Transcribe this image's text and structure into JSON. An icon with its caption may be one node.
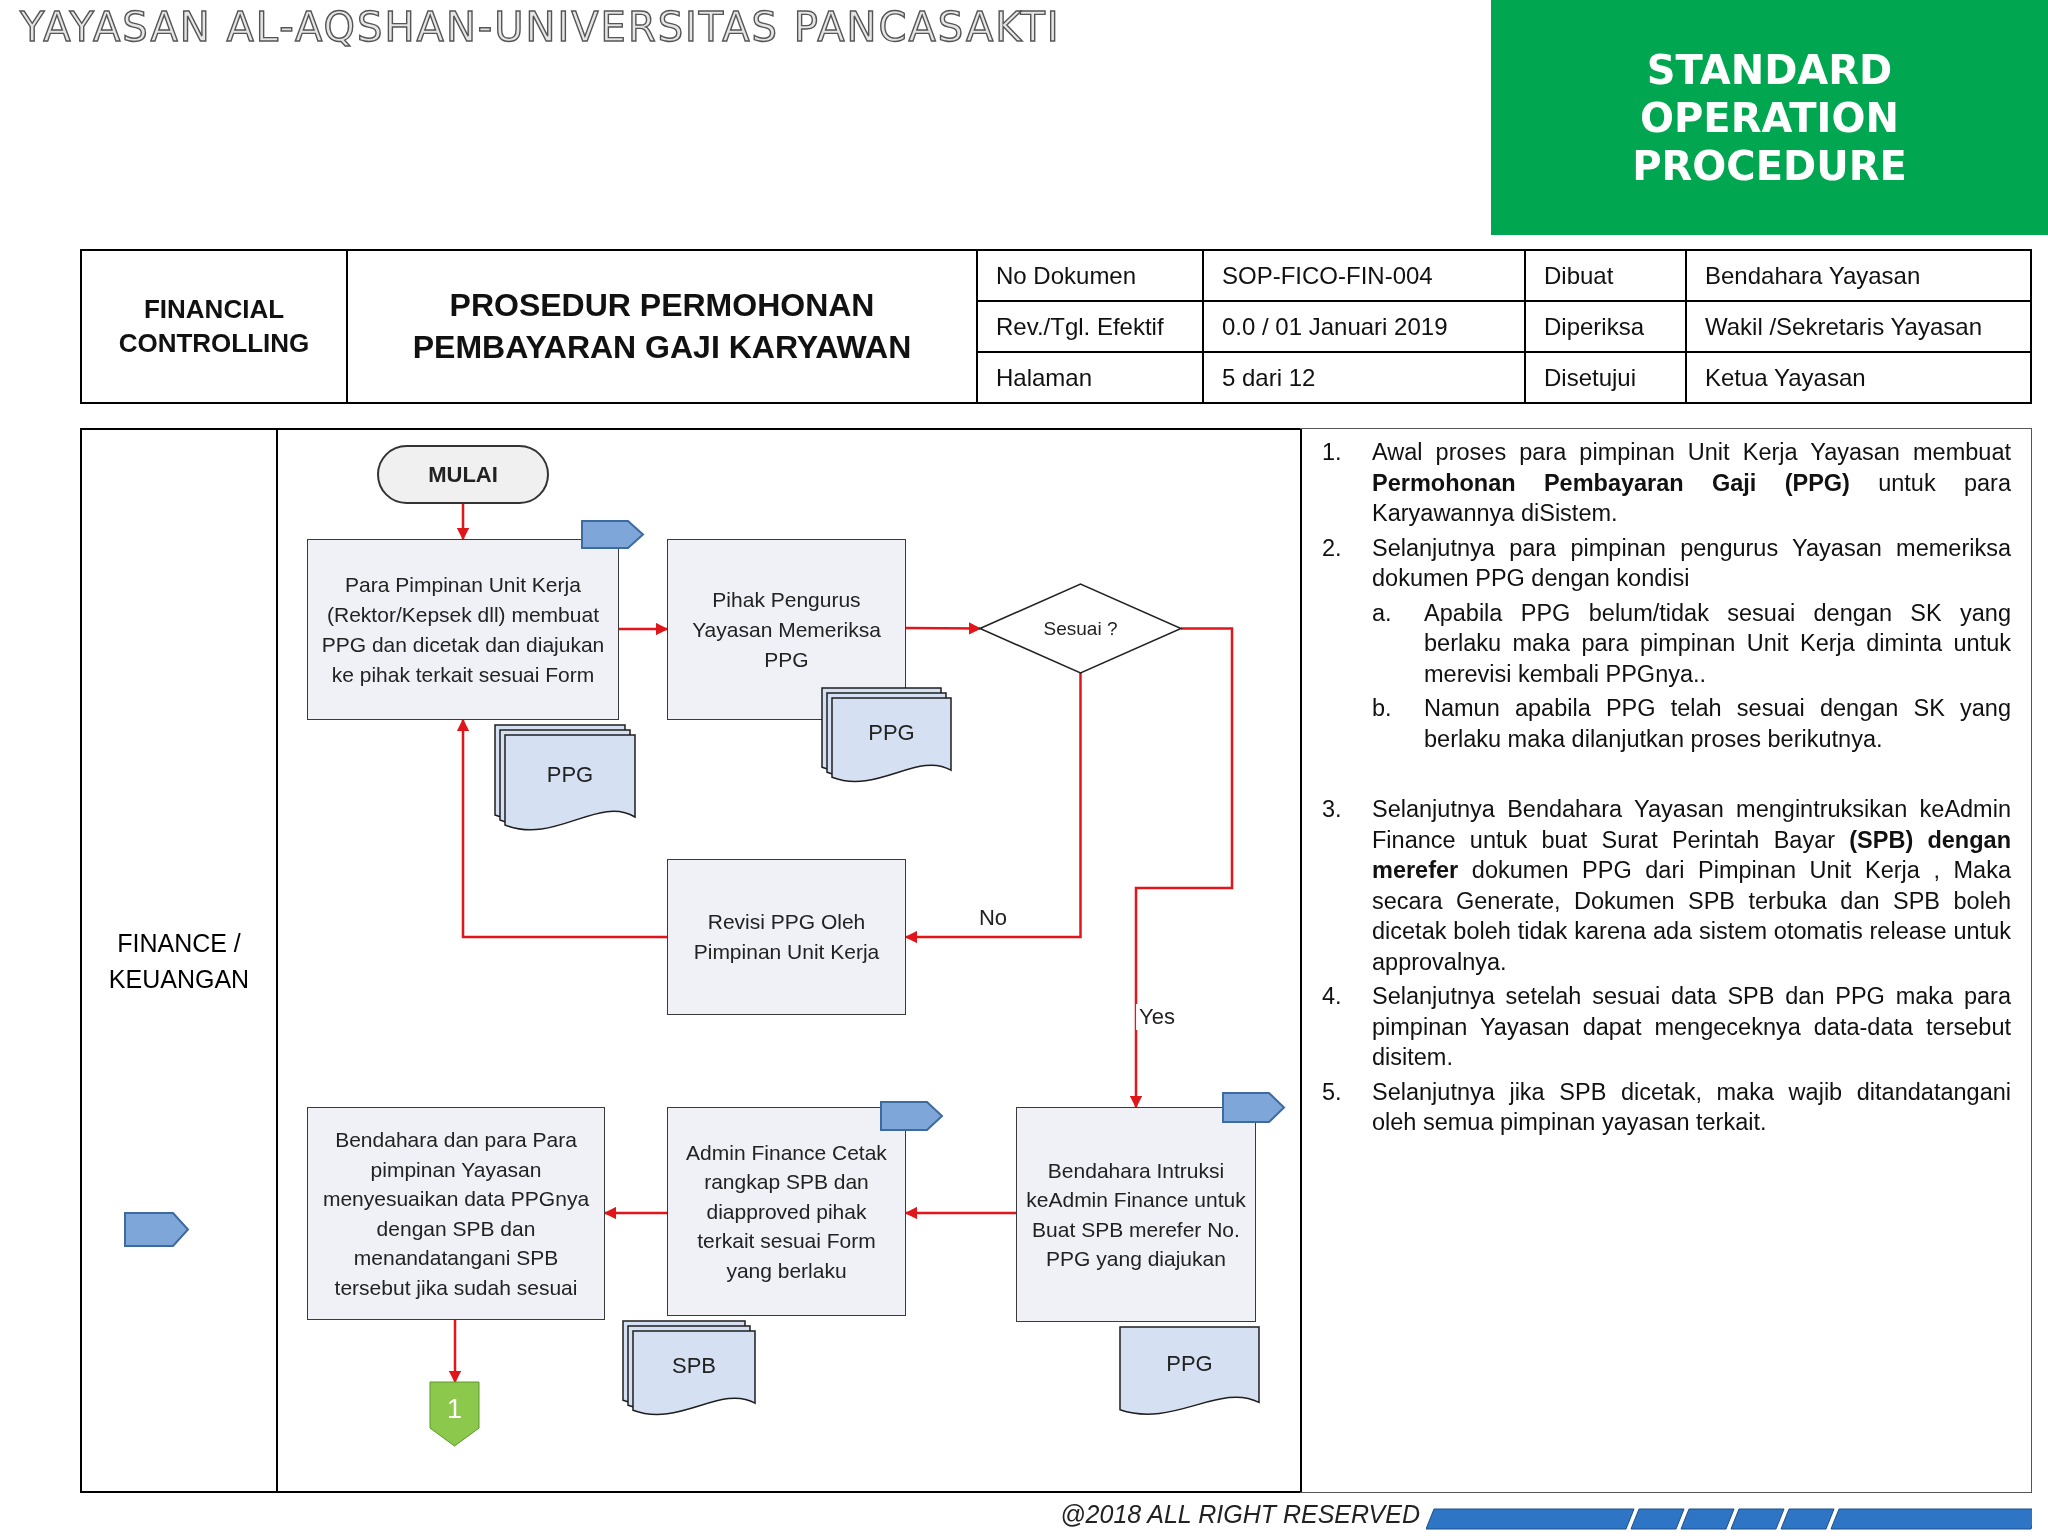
{
  "diagram": {
    "nodes": [
      {
        "text": [
          "MULAI"
        ]
      },
      {
        "text": [
          "Para Pimpinan Unit Kerja (Rektor/Kepsek dll) membuat PPG dan dicetak dan diajukan ke pihak terkait sesuai Form"
        ]
      },
      {
        "text": [
          "PPG"
        ]
      },
      {
        "text": [
          "Pihak Pengurus Yayasan Memeriksa PPG"
        ]
      },
      {
        "text": [
          "PPG"
        ]
      },
      {
        "text": [
          "Sesuai ?"
        ]
      },
      {
        "text": [
          "Revisi PPG Oleh Pimpinan Unit Kerja"
        ]
      },
      {
        "text": [
          "Bendahara Intruksi keAdmin Finance untuk Buat SPB merefer No. PPG yang diajukan"
        ]
      },
      {
        "text": [
          "PPG"
        ]
      },
      {
        "text": [
          "Admin Finance Cetak rangkap SPB dan diapproved pihak terkait sesuai Form yang berlaku"
        ]
      },
      {
        "text": [
          "SPB"
        ]
      },
      {
        "text": [
          "Bendahara dan para Para pimpinan Yayasan menyesuaikan data PPGnya dengan SPB dan menandatangani SPB tersebut jika sudah sesuai"
        ]
      },
      {
        "text": [
          "1"
        ]
      },
      {
        "text": [],
        "shape": "tag"
      },
      {
        "text": [],
        "shape": "tag"
      },
      {
        "text": [],
        "shape": "tag"
      },
      {
        "text": [],
        "shape": "tag"
      }
    ],
    "edges": [
      {
        "from": 0,
        "to": 1,
        "arrow": "to"
      },
      {
        "from": 1,
        "to": 3,
        "arrow": "to"
      },
      {
        "from": 3,
        "to": 5,
        "arrow": "to"
      },
      {
        "from": 5,
        "to": 6,
        "arrow": "to",
        "label": "No"
      },
      {
        "from": 6,
        "to": 1,
        "arrow": "to"
      },
      {
        "from": 5,
        "to": 7,
        "arrow": "to",
        "label": "Yes"
      },
      {
        "from": 7,
        "to": 9,
        "arrow": "to"
      },
      {
        "from": 9,
        "to": 11,
        "arrow": "to"
      },
      {
        "from": 11,
        "to": 12,
        "arrow": "to"
      }
    ],
    "labels": [
      "YAYASAN AL-AQSHAN-UNIVERSITAS PANCASAKTI",
      "STANDARD OPERATION PROCEDURE",
      "FINANCIAL CONTROLLING",
      "PROSEDUR PERMOHONAN PEMBAYARAN GAJI KARYAWAN",
      "No Dokumen",
      "SOP-FICO-FIN-004",
      "Dibuat",
      "Bendahara Yayasan",
      "Rev./Tgl. Efektif",
      "0.0 / 01 Januari 2019",
      "Diperiksa",
      "Wakil /Sekretaris Yayasan",
      "Halaman",
      "5 dari 12",
      "Disetujui",
      "Ketua Yayasan",
      "FINANCE / KEUANGAN",
      "1.",
      "Awal proses para pimpinan Unit Kerja Yayasan membuat **Permohonan Pembayaran Gaji (PPG)** untuk para Karyawannya diSistem.",
      "2.",
      "Selanjutnya para pimpinan pengurus Yayasan memeriksa dokumen PPG dengan kondisi",
      "a.",
      "Apabila PPG belum/tidak sesuai dengan SK yang berlaku maka para pimpinan Unit Kerja diminta untuk merevisi kembali PPGnya..",
      "b.",
      "Namun apabila PPG telah sesuai dengan SK yang berlaku maka dilanjutkan proses berikutnya.",
      "3.",
      "Selanjutnya Bendahara Yayasan mengintruksikan keAdmin Finance untuk buat Surat Perintah Bayar **(SPB) dengan merefer** dokumen PPG dari Pimpinan Unit Kerja , Maka secara Generate, Dokumen SPB terbuka dan SPB boleh dicetak boleh tidak karena ada sistem otomatis release untuk approvalnya.",
      "4.",
      "Selanjutnya setelah sesuai data SPB dan PPG maka para pimpinan Yayasan dapat mengeceknya data-data tersebut disitem.",
      "5.",
      "Selanjutnya jika SPB dicetak, maka wajib ditandatangani oleh semua pimpinan yayasan terkait.",
      "@2018 ALL RIGHT RESERVED"
    ]
  }
}
